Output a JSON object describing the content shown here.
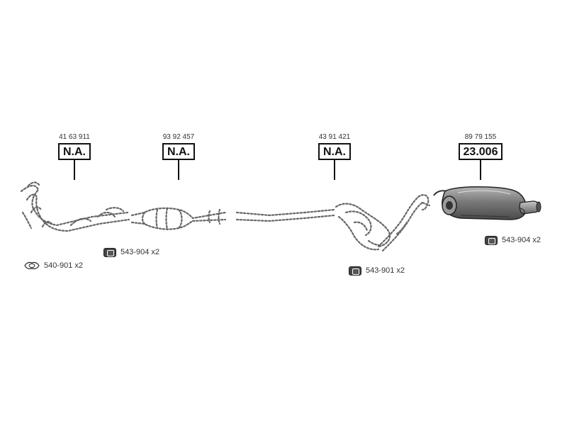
{
  "callouts": [
    {
      "number": "41 63 911",
      "code": "N.A."
    },
    {
      "number": "93 92 457",
      "code": "N.A."
    },
    {
      "number": "43 91 421",
      "code": "N.A."
    },
    {
      "number": "89 79 155",
      "code": "23.006"
    }
  ],
  "parts": [
    {
      "label": "540-901 x2",
      "icon": "gasket-icon"
    },
    {
      "label": "543-904 x2",
      "icon": "hanger-icon"
    },
    {
      "label": "543-901 x2",
      "icon": "hanger-icon"
    },
    {
      "label": "543-904 x2",
      "icon": "hanger-icon"
    }
  ],
  "colors": {
    "line": "#111111",
    "dashed_outline": "#555555",
    "muffler_fill": "#8a8a8a"
  }
}
